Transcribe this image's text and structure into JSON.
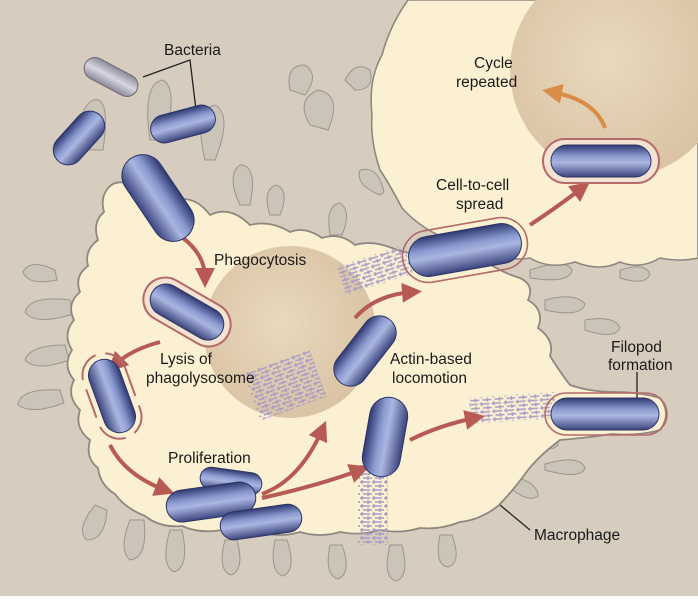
{
  "diagram": {
    "labels": {
      "bacteria": "Bacteria",
      "phagocytosis": "Phagocytosis",
      "lysis_line1": "Lysis of",
      "lysis_line2": "phagolysosome",
      "proliferation": "Proliferation",
      "actin_line1": "Actin-based",
      "actin_line2": "locomotion",
      "spread_line1": "Cell-to-cell",
      "spread_line2": "spread",
      "cycle_line1": "Cycle",
      "cycle_line2": "repeated",
      "filopod_line1": "Filopod",
      "filopod_line2": "formation",
      "macrophage": "Macrophage"
    },
    "colors": {
      "background": "#d6cdbf",
      "cytoplasm": "#fbf0d2",
      "membrane": "#8f887f",
      "villi": "#cfc8bd",
      "nucleus": "#e3cfb2",
      "bacterium": "#6f7fb8",
      "bacterium_dark": "#3c4680",
      "vacuole": "#b56a6a",
      "arrow": "#b75a54",
      "arrow_orange": "#d98c45",
      "actin": "#a99cc8"
    }
  }
}
